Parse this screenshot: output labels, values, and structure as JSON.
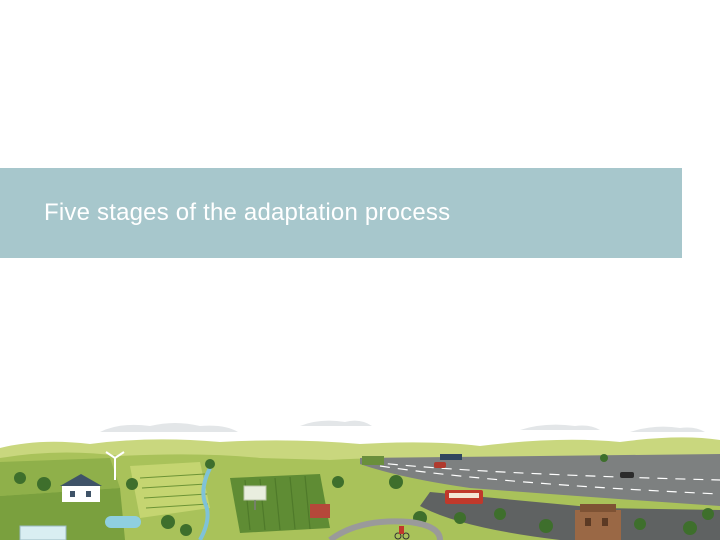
{
  "slide": {
    "title": "Five stages of the adaptation process",
    "band_color": "#a7c7cc",
    "title_color": "#ffffff"
  },
  "illustration": {
    "name": "rural-landscape-illustration",
    "elements": [
      "wind-turbine-icon",
      "farmhouse",
      "fields",
      "motorway",
      "bus",
      "trees",
      "river",
      "greenhouse",
      "billboard",
      "tower-building",
      "cyclist"
    ]
  }
}
